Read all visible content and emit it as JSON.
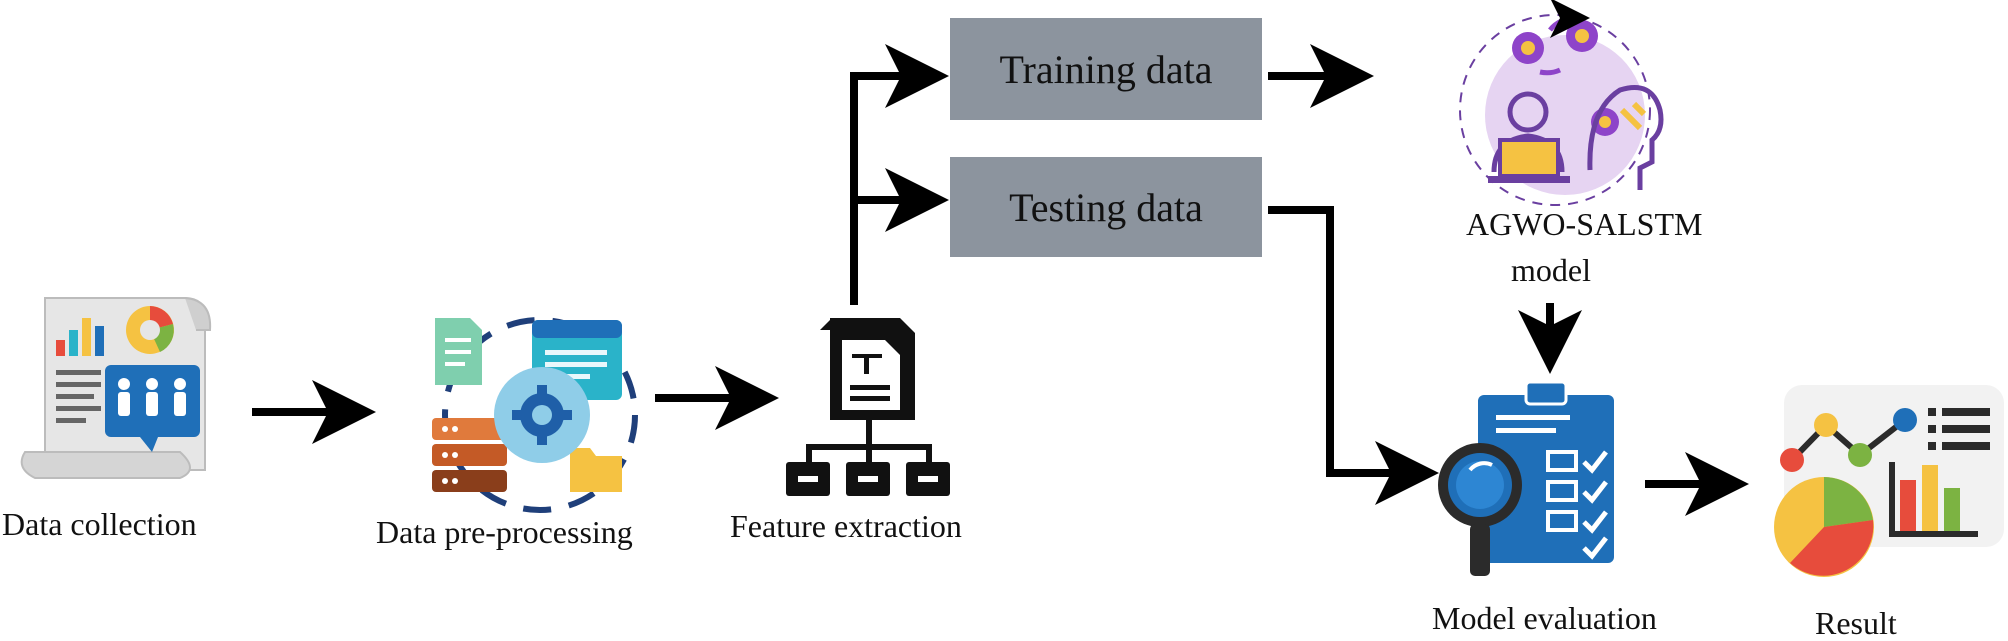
{
  "nodes": {
    "data_collection": "Data collection",
    "data_preprocessing": "Data pre-processing",
    "feature_extraction": "Feature extraction",
    "training_data": "Training data",
    "testing_data": "Testing data",
    "model_line1": "AGWO-SALSTM",
    "model_line2": "model",
    "model_evaluation": "Model evaluation",
    "result": "Result"
  },
  "icons": {
    "data_collection": "report-scroll-icon",
    "data_preprocessing": "database-gear-icon",
    "feature_extraction": "document-hierarchy-icon",
    "model": "person-gears-icon",
    "model_evaluation": "clipboard-magnifier-icon",
    "result": "charts-dashboard-icon"
  },
  "colors": {
    "box_fill": "#8c949e",
    "arrow": "#000000",
    "blue": "#1f6fb8",
    "purple": "#8e44c9",
    "yellow": "#f5c242",
    "green": "#7cb342",
    "red": "#e74c3c",
    "teal": "#2ab3c9"
  }
}
